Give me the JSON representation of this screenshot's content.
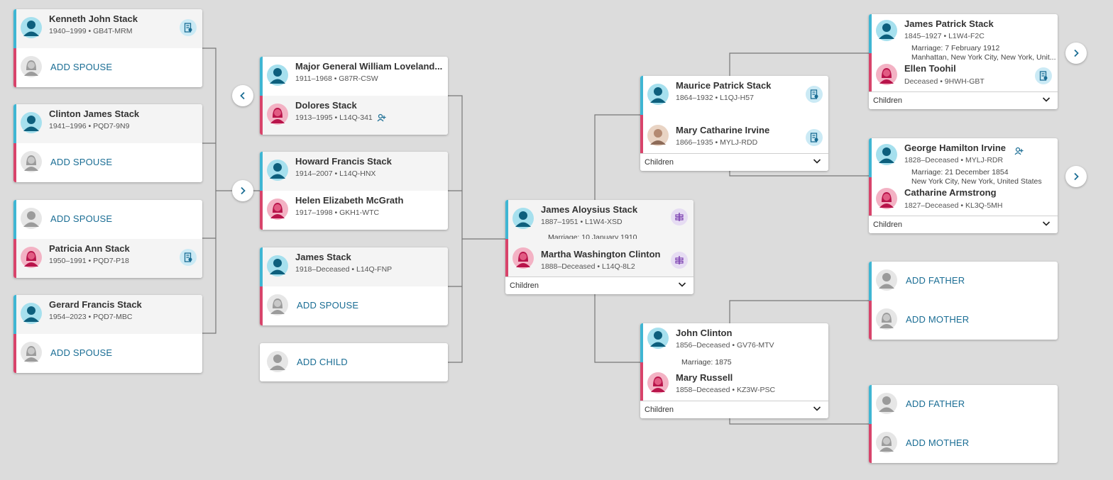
{
  "labels": {
    "add_spouse": "ADD SPOUSE",
    "add_child": "ADD CHILD",
    "add_father": "ADD FATHER",
    "add_mother": "ADD MOTHER",
    "children": "Children"
  },
  "colors": {
    "male": "#3fb6d3",
    "female": "#d8446b",
    "link": "#1a6d94",
    "line": "#777777"
  },
  "grandchildren": [
    {
      "name": "Kenneth John Stack",
      "dates": "1940–1999 • GB4T-MRM",
      "icon": "record-hint-icon"
    },
    {
      "name": "Clinton James Stack",
      "dates": "1941–1996 • PQD7-9N9"
    },
    {
      "name": "Patricia Ann Stack",
      "dates": "1950–1991 • PQD7-P18",
      "icon": "record-hint-icon"
    },
    {
      "name": "Gerard Francis Stack",
      "dates": "1954–2023 • PQD7-MBC"
    }
  ],
  "children": [
    {
      "husband": "Major General William Loveland...",
      "husband_dates": "1911–1968 • G87R-CSW",
      "wife": "Dolores Stack",
      "wife_dates": "1913–1995 • L14Q-341"
    },
    {
      "husband": "Howard Francis Stack",
      "husband_dates": "1914–2007 • L14Q-HNX",
      "wife": "Helen Elizabeth McGrath",
      "wife_dates": "1917–1998 • GKH1-WTC"
    },
    {
      "husband": "James Stack",
      "husband_dates": "1918–Deceased • L14Q-FNP"
    }
  ],
  "focus": {
    "husband": "James Aloysius Stack",
    "husband_dates": "1887–1951 • L1W4-XSD",
    "marriage": "Marriage: 10 January 1910",
    "wife": "Martha Washington Clinton",
    "wife_dates": "1888–Deceased • L14Q-8L2"
  },
  "parents": {
    "father_side": {
      "husband": "Maurice Patrick Stack",
      "husband_dates": "1864–1932 • L1QJ-H57",
      "wife": "Mary Catharine Irvine",
      "wife_dates": "1866–1935 • MYLJ-RDD"
    },
    "mother_side": {
      "husband": "John Clinton",
      "husband_dates": "1856–Deceased • GV76-MTV",
      "marriage": "Marriage: 1875",
      "wife": "Mary Russell",
      "wife_dates": "1858–Deceased • KZ3W-PSC"
    }
  },
  "grandparents": {
    "paternal_father": {
      "husband": "James Patrick Stack",
      "husband_dates": "1845–1927 • L1W4-F2C",
      "marriage": "Marriage: 7 February 1912",
      "place": "Manhattan, New York City, New York, Unit...",
      "wife": "Ellen Toohil",
      "wife_dates": "Deceased • 9HWH-GBT"
    },
    "paternal_mother": {
      "husband": "George Hamilton Irvine",
      "husband_dates": "1828–Deceased • MYLJ-RDR",
      "marriage": "Marriage: 21 December 1854",
      "place": "New York City, New York, United States",
      "wife": "Catharine Armstrong",
      "wife_dates": "1827–Deceased • KL3Q-5MH"
    }
  }
}
